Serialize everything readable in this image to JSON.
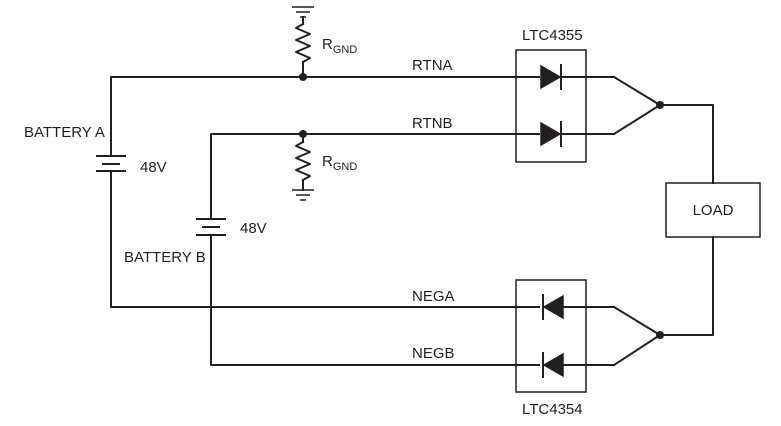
{
  "batteries": {
    "a_label": "BATTERY A",
    "a_voltage": "48V",
    "b_label": "BATTERY B",
    "b_voltage": "48V"
  },
  "resistors": {
    "top_main": "R",
    "top_sub": "GND",
    "bottom_main": "R",
    "bottom_sub": "GND"
  },
  "nets": {
    "rtna": "RTNA",
    "rtnb": "RTNB",
    "nega": "NEGA",
    "negb": "NEGB"
  },
  "chips": {
    "top": "LTC4355",
    "bottom": "LTC4354"
  },
  "load": "LOAD"
}
